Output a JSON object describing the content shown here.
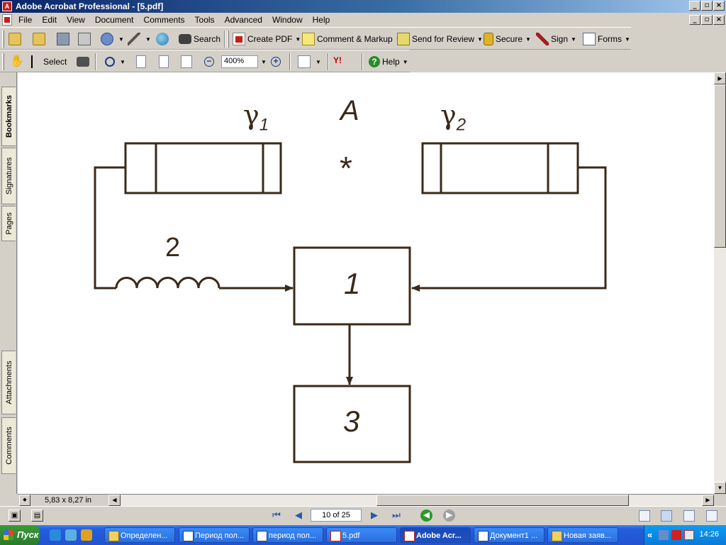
{
  "window": {
    "title": "Adobe Acrobat Professional - [5.pdf]",
    "controls": {
      "minimize": "_",
      "restore": "▫",
      "close": "×"
    }
  },
  "menu": {
    "items": [
      "File",
      "Edit",
      "View",
      "Document",
      "Comments",
      "Tools",
      "Advanced",
      "Window",
      "Help"
    ]
  },
  "toolbar1": {
    "search": "Search",
    "create_pdf": "Create PDF",
    "comment_markup": "Comment & Markup",
    "send_review": "Send for Review",
    "secure": "Secure",
    "sign": "Sign",
    "forms": "Forms"
  },
  "toolbar2": {
    "select": "Select",
    "zoom_value": "400%",
    "yahoo": "Y!",
    "help": "Help"
  },
  "nav_tabs": {
    "bookmarks": "Bookmarks",
    "signatures": "Signatures",
    "pages": "Pages",
    "attachments": "Attachments",
    "comments": "Comments"
  },
  "diagram": {
    "label_gamma1": "γ",
    "label_gamma1_sub": "1",
    "label_gamma2": "γ",
    "label_gamma2_sub": "2",
    "label_a": "A",
    "label_star": "*",
    "label_coil": "2",
    "block1": "1",
    "block3": "3"
  },
  "status": {
    "page_size": "5,83 x 8,27 in",
    "page_indicator": "10 of 25"
  },
  "taskbar": {
    "start": "Пуск",
    "tasks": [
      {
        "label": "Определен..."
      },
      {
        "label": "Период пол..."
      },
      {
        "label": "период пол..."
      },
      {
        "label": "5.pdf"
      },
      {
        "label": "Adobe Acr..."
      },
      {
        "label": "Документ1 ..."
      },
      {
        "label": "Новая заяв..."
      }
    ],
    "tray_chevron": "«",
    "clock": "14:26"
  },
  "colors": {
    "diagram_stroke": "#3a2a1a",
    "title_bar": "#0a246a",
    "taskbar": "#245edb"
  }
}
